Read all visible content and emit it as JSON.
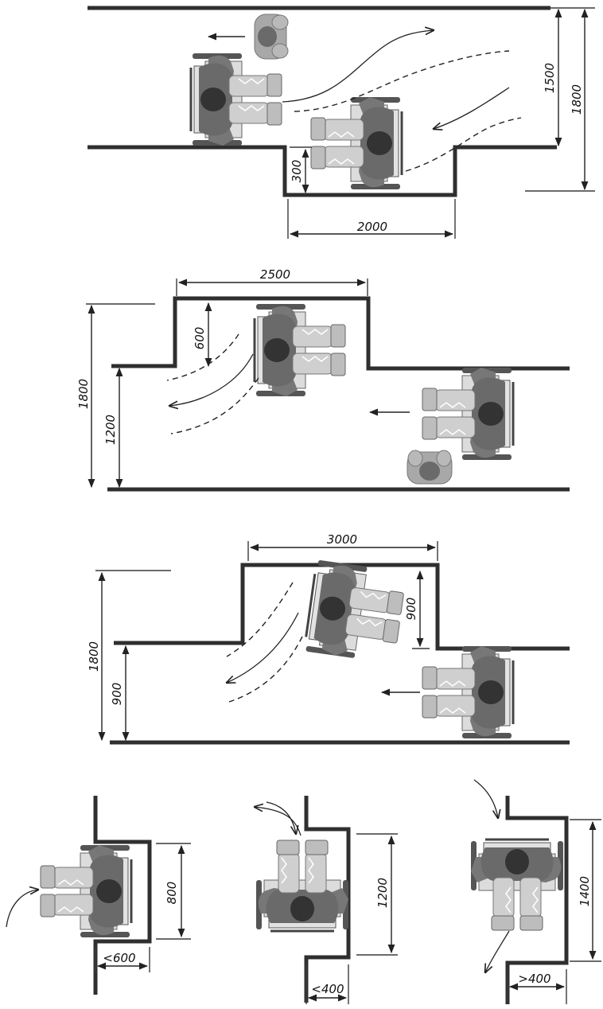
{
  "figure": {
    "panels": [
      {
        "id": "passing-bay-1800",
        "dimensions": [
          "1500",
          "1800",
          "300",
          "2000"
        ]
      },
      {
        "id": "passing-bay-1200",
        "dimensions": [
          "2500",
          "600",
          "1800",
          "1200"
        ]
      },
      {
        "id": "passing-bay-900",
        "dimensions": [
          "3000",
          "900",
          "1800",
          "900"
        ]
      },
      {
        "id": "alcove-sideways",
        "dimensions": [
          "800",
          "<600"
        ]
      },
      {
        "id": "alcove-forward",
        "dimensions": [
          "1200",
          "<400"
        ]
      },
      {
        "id": "alcove-backward",
        "dimensions": [
          "1400",
          ">400"
        ]
      }
    ]
  },
  "colors": {
    "wall": "#2f2f2f",
    "body_dark": "#4a4a4a",
    "body_mid": "#8a8a8a",
    "body_light": "#c9c9c9"
  }
}
